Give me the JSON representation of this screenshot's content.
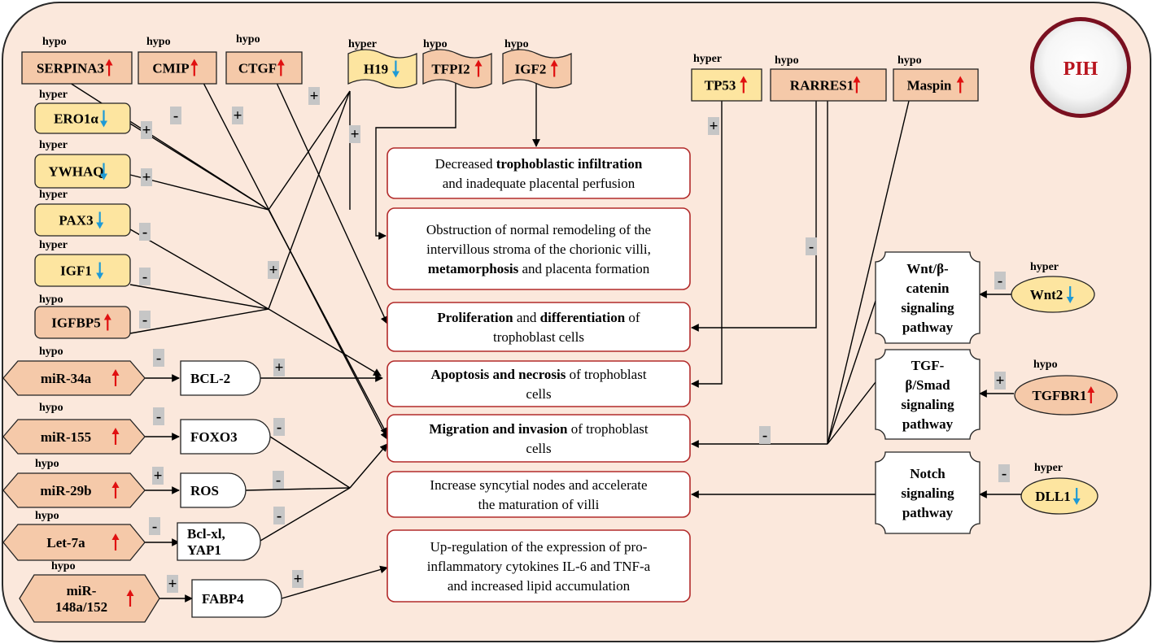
{
  "badge": "PIH",
  "genes": [
    {
      "id": "serpina3",
      "label": "SERPINA3",
      "methylation": "hypo",
      "direction": "up"
    },
    {
      "id": "cmip",
      "label": "CMIP",
      "methylation": "hypo",
      "direction": "up"
    },
    {
      "id": "ctgf",
      "label": "CTGF",
      "methylation": "hypo",
      "direction": "up"
    },
    {
      "id": "h19",
      "label": "H19",
      "methylation": "hyper",
      "direction": "down"
    },
    {
      "id": "tfpi2",
      "label": "TFPI2",
      "methylation": "hypo",
      "direction": "up"
    },
    {
      "id": "igf2",
      "label": "IGF2",
      "methylation": "hypo",
      "direction": "up"
    },
    {
      "id": "tp53",
      "label": "TP53",
      "methylation": "hyper",
      "direction": "up"
    },
    {
      "id": "rarres1",
      "label": "RARRES1",
      "methylation": "hypo",
      "direction": "up"
    },
    {
      "id": "maspin",
      "label": "Maspin",
      "methylation": "hypo",
      "direction": "up"
    },
    {
      "id": "ero1a",
      "label": "ERO1α",
      "methylation": "hyper",
      "direction": "down"
    },
    {
      "id": "ywhaq",
      "label": "YWHAQ",
      "methylation": "hyper",
      "direction": "down"
    },
    {
      "id": "pax3",
      "label": "PAX3",
      "methylation": "hyper",
      "direction": "down"
    },
    {
      "id": "igf1",
      "label": "IGF1",
      "methylation": "hyper",
      "direction": "down"
    },
    {
      "id": "igfbp5",
      "label": "IGFBP5",
      "methylation": "hypo",
      "direction": "up"
    },
    {
      "id": "wnt2",
      "label": "Wnt2",
      "methylation": "hyper",
      "direction": "down"
    },
    {
      "id": "tgfbr1",
      "label": "TGFBR1",
      "methylation": "hypo",
      "direction": "up"
    },
    {
      "id": "dll1",
      "label": "DLL1",
      "methylation": "hyper",
      "direction": "down"
    }
  ],
  "mirnas": [
    {
      "id": "mir34a",
      "lines": [
        "miR-34a"
      ],
      "methylation": "hypo",
      "direction": "up",
      "target": "BCL-2",
      "mir_sign": "-",
      "target_sign": "+"
    },
    {
      "id": "mir155",
      "lines": [
        "miR-155"
      ],
      "methylation": "hypo",
      "direction": "up",
      "target": "FOXO3",
      "mir_sign": "-",
      "target_sign": "-"
    },
    {
      "id": "mir29b",
      "lines": [
        "miR-29b"
      ],
      "methylation": "hypo",
      "direction": "up",
      "target": "ROS",
      "mir_sign": "+",
      "target_sign": "-"
    },
    {
      "id": "let7a",
      "lines": [
        "Let-7a"
      ],
      "methylation": "hypo",
      "direction": "up",
      "target_lines": [
        "Bcl-xl,",
        "YAP1"
      ],
      "mir_sign": "-",
      "target_sign": "-"
    },
    {
      "id": "mir148a",
      "lines": [
        "miR-",
        "148a/152"
      ],
      "methylation": "hypo",
      "direction": "up",
      "target": "FABP4",
      "mir_sign": "+",
      "target_sign": "+"
    }
  ],
  "outcomes": [
    {
      "id": "infiltration",
      "lines": [
        [
          [
            "Decreased ",
            false
          ],
          [
            "trophoblastic infiltration",
            true
          ]
        ],
        [
          [
            "and inadequate placental perfusion",
            false
          ]
        ]
      ]
    },
    {
      "id": "remodeling",
      "lines": [
        [
          [
            "Obstruction of normal remodeling of the",
            false
          ]
        ],
        [
          [
            "intervillous stroma of the chorionic villi,",
            false
          ]
        ],
        [
          [
            "metamorphosis",
            true
          ],
          [
            " and placenta formation",
            false
          ]
        ]
      ]
    },
    {
      "id": "proliferation",
      "lines": [
        [
          [
            "Proliferation",
            true
          ],
          [
            " and ",
            false
          ],
          [
            "differentiation",
            true
          ],
          [
            " of",
            false
          ]
        ],
        [
          [
            "trophoblast cells",
            false
          ]
        ]
      ]
    },
    {
      "id": "apoptosis",
      "lines": [
        [
          [
            "Apoptosis and necrosis",
            true
          ],
          [
            " of trophoblast",
            false
          ]
        ],
        [
          [
            "cells",
            false
          ]
        ]
      ]
    },
    {
      "id": "migration",
      "lines": [
        [
          [
            "Migration and invasion",
            true
          ],
          [
            " of trophoblast",
            false
          ]
        ],
        [
          [
            "cells",
            false
          ]
        ]
      ]
    },
    {
      "id": "syncytial",
      "lines": [
        [
          [
            "Increase syncytial nodes and accelerate",
            false
          ]
        ],
        [
          [
            "the maturation of villi",
            false
          ]
        ]
      ]
    },
    {
      "id": "cytokines",
      "lines": [
        [
          [
            "Up-regulation of the expression of pro-",
            false
          ]
        ],
        [
          [
            "inflammatory cytokines IL-6 and TNF-a",
            false
          ]
        ],
        [
          [
            "and increased lipid accumulation",
            false
          ]
        ]
      ]
    }
  ],
  "pathways": [
    {
      "id": "wnt",
      "lines": [
        "Wnt/β-",
        "catenin",
        "signaling",
        "pathway"
      ]
    },
    {
      "id": "tgf",
      "lines": [
        "TGF-",
        "β/Smad",
        "signaling",
        "pathway"
      ]
    },
    {
      "id": "notch",
      "lines": [
        "Notch",
        "signaling",
        "pathway"
      ]
    }
  ],
  "signs": {
    "serpina3": "-",
    "cmip": "+",
    "ctgf": "+",
    "h19_upper": "+",
    "h19_lower": "+",
    "ero1a": "+",
    "ywhaq": "+",
    "pax3": "-",
    "igf1": "-",
    "igfbp5": "-",
    "tp53": "+",
    "rarres1": "-",
    "rarres1_migration": "-",
    "wnt2": "-",
    "tgfbr1": "+",
    "dll1": "-"
  },
  "colors": {
    "background": "#fbe8dc",
    "hypo_fill": "#f5c9a9",
    "hyper_fill": "#fde5a0",
    "outcome_border": "#b22a2a",
    "badge_text": "#b8141e",
    "up_arrow": "#e01010",
    "down_arrow": "#1e9ad6",
    "sign_fill": "#c6c6c6"
  }
}
